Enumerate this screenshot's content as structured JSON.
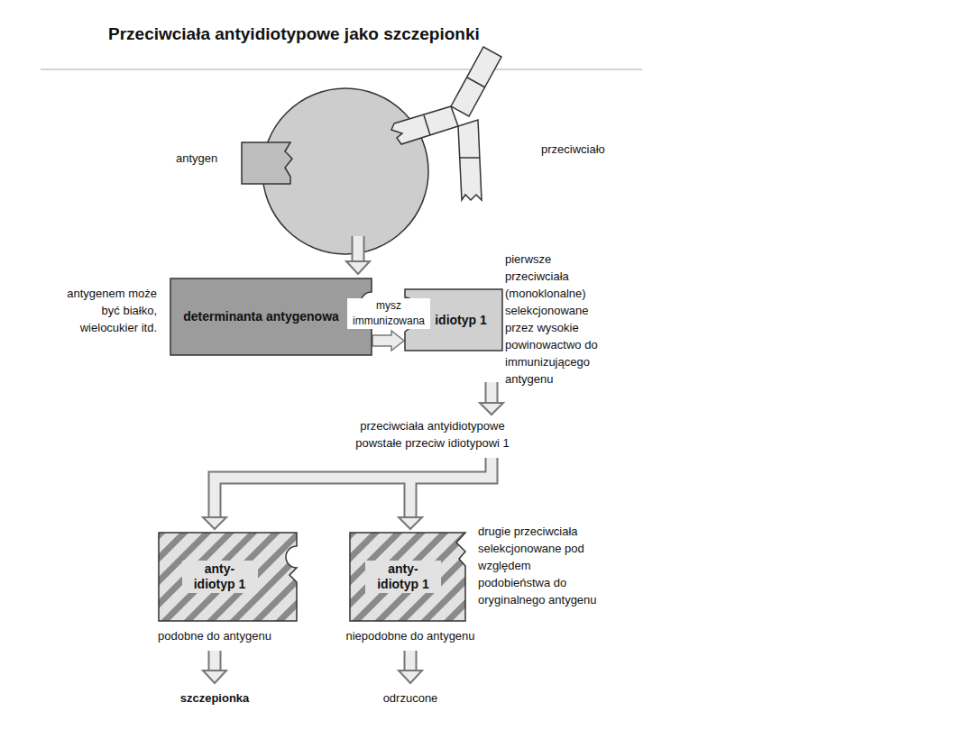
{
  "diagram": {
    "title": "Przeciwciała antyidiotypowe jako szczepionki",
    "nodes": [
      {
        "text": [
          "determinanta antygenowa"
        ]
      },
      {
        "text": [
          "idiotyp 1"
        ]
      },
      {
        "text": [
          "anty- idiotyp 1"
        ]
      },
      {
        "text": [
          "anty- idiotyp 1"
        ]
      }
    ],
    "edges": [
      {
        "from": 0,
        "to": 1,
        "label": "mysz immunizowana",
        "arrow": "to"
      }
    ],
    "labels": [
      "antygen",
      "przeciwciało",
      "antygenem może być białko, wielocukier itd.",
      "pierwsze przeciwciała (monoklonalne) selekcjonowane przez wysokie powinowactwo do immunizującego antygenu",
      "przeciwciała antyidiotypowe powstałe przeciw idiotypowi 1",
      "drugie przeciwciała selekcjonowane pod względem podobieństwa do oryginalnego antygenu",
      "podobne do antygenu",
      "niepodobne do antygenu",
      "szczepionka",
      "odrzucone"
    ]
  }
}
